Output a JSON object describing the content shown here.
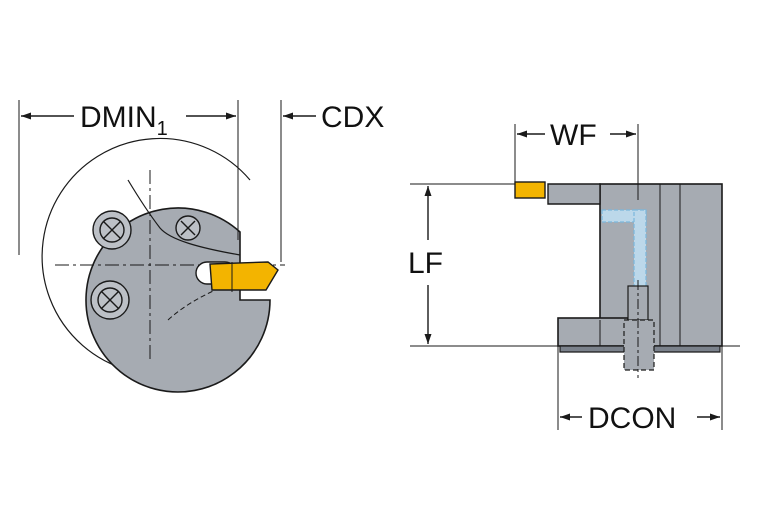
{
  "labels": {
    "dmin": "DMIN",
    "dmin_sub": "1",
    "cdx": "CDX",
    "wf": "WF",
    "lf": "LF",
    "dcon": "DCON"
  },
  "colors": {
    "body_gray": "#a6abb2",
    "body_dark": "#7b828c",
    "insert_yellow": "#f3b400",
    "coolant_blue": "#7bb7dc",
    "line": "#1a1a1a"
  }
}
